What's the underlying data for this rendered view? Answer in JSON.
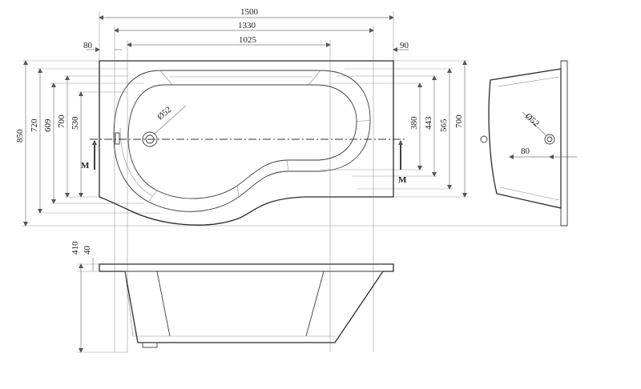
{
  "drawing": {
    "top_dims": {
      "overall_length": "1500",
      "inner_1": "1330",
      "inner_2": "1025",
      "left_offset": "80",
      "right_offset": "90"
    },
    "left_dims": {
      "d850": "850",
      "d720": "720",
      "d609": "609",
      "d700": "700",
      "d530": "530"
    },
    "right_dims": {
      "d380": "380",
      "d443": "443",
      "d565": "565",
      "d700": "700"
    },
    "waste": {
      "plan_label": "Ø52",
      "side_label": "Ø52",
      "side_offset": "80"
    },
    "section_marker": {
      "left": "M",
      "right": "M"
    },
    "elevation_dims": {
      "d410": "410",
      "d40": "40"
    }
  }
}
